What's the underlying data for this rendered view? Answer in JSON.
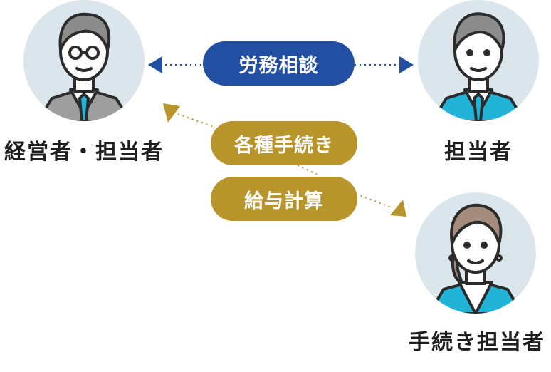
{
  "colors": {
    "blue": "#234fa2",
    "gold": "#b8952a",
    "avatar_bg": "#dbe6ec",
    "suit_gray": "#9e9e9e",
    "suit_teal": "#22b4d6",
    "hair_gray": "#8c8c8c",
    "hair_brown": "#a58b7b",
    "outline": "#2b2b2b"
  },
  "people": {
    "executive": {
      "label": "経営者・担当者",
      "icon": "man-glasses-gray-suit"
    },
    "staff": {
      "label": "担当者",
      "icon": "man-teal-suit"
    },
    "procedures_staff": {
      "label": "手続き担当者",
      "icon": "woman-teal-jacket"
    }
  },
  "relations": {
    "labor_consult": {
      "label": "労務相談",
      "from": "経営者・担当者",
      "to": "担当者",
      "color": "blue"
    },
    "procedures": {
      "label": "各種手続き",
      "from": "経営者・担当者",
      "to": "手続き担当者",
      "color": "gold"
    },
    "payroll": {
      "label": "給与計算",
      "from": "経営者・担当者",
      "to": "手続き担当者",
      "color": "gold"
    }
  }
}
